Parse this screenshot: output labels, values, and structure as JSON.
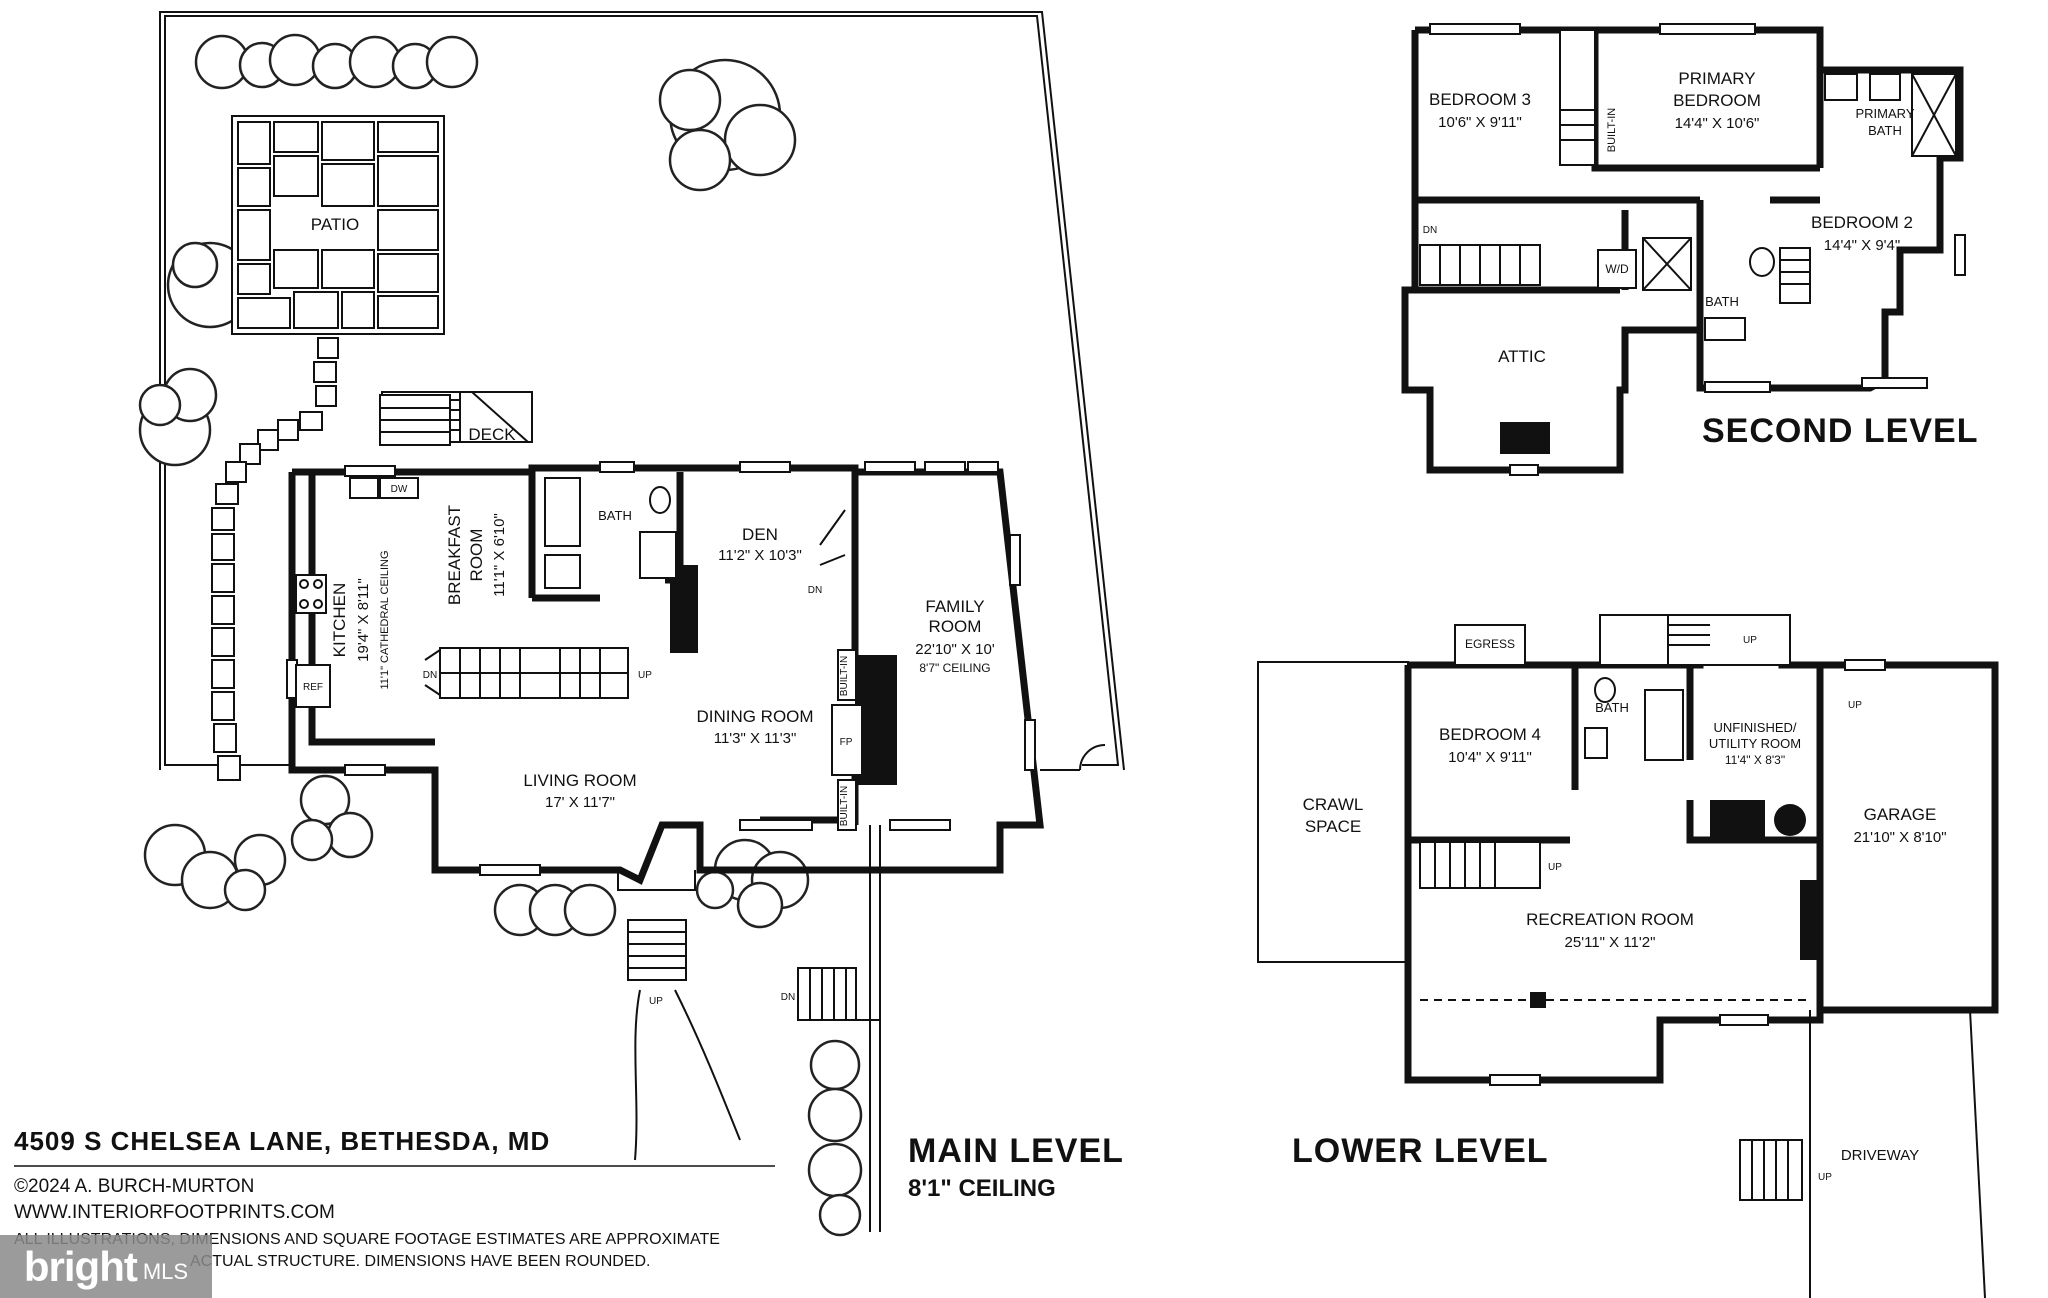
{
  "levels": {
    "main": {
      "title": "MAIN LEVEL",
      "ceiling": "8'1\" CEILING",
      "rooms": {
        "patio": "PATIO",
        "deck": "DECK",
        "kitchen_name": "KITCHEN",
        "kitchen_dim": "19'4\" X 8'11\"",
        "kitchen_note": "11'1\" CATHEDRAL CEILING",
        "breakfast_name1": "BREAKFAST",
        "breakfast_name2": "ROOM",
        "breakfast_dim": "11'1\" X 6'10\"",
        "bath": "BATH",
        "den_name": "DEN",
        "den_dim": "11'2\" X 10'3\"",
        "family_name1": "FAMILY",
        "family_name2": "ROOM",
        "family_dim": "22'10\" X 10'",
        "family_note": "8'7\" CEILING",
        "dining_name": "DINING ROOM",
        "dining_dim": "11'3\" X 11'3\"",
        "living_name": "LIVING ROOM",
        "living_dim": "17' X 11'7\"",
        "fp": "FP",
        "builtin": "BUILT-IN",
        "dw": "DW",
        "ref": "REF",
        "dn": "DN",
        "up": "UP"
      }
    },
    "second": {
      "title": "SECOND LEVEL",
      "rooms": {
        "bedroom3_name": "BEDROOM 3",
        "bedroom3_dim": "10'6\" X 9'11\"",
        "primary_name1": "PRIMARY",
        "primary_name2": "BEDROOM",
        "primary_dim": "14'4\" X 10'6\"",
        "primary_bath1": "PRIMARY",
        "primary_bath2": "BATH",
        "builtin": "BUILT-IN",
        "bedroom2_name": "BEDROOM 2",
        "bedroom2_dim": "14'4\" X 9'4\"",
        "wd": "W/D",
        "bath": "BATH",
        "attic": "ATTIC",
        "dn": "DN"
      }
    },
    "lower": {
      "title": "LOWER LEVEL",
      "rooms": {
        "egress": "EGRESS",
        "crawl1": "CRAWL",
        "crawl2": "SPACE",
        "bedroom4_name": "BEDROOM 4",
        "bedroom4_dim": "10'4\" X 9'11\"",
        "bath": "BATH",
        "utility_name1": "UNFINISHED/",
        "utility_name2": "UTILITY ROOM",
        "utility_dim": "11'4\" X 8'3\"",
        "garage_name": "GARAGE",
        "garage_dim": "21'10\" X 8'10\"",
        "recreation_name": "RECREATION ROOM",
        "recreation_dim": "25'11\" X 11'2\"",
        "driveway": "DRIVEWAY",
        "up": "UP"
      }
    }
  },
  "footer": {
    "address": "4509 S CHELSEA LANE, BETHESDA, MD",
    "copyright": "©2024 A. BURCH-MURTON",
    "website": "WWW.INTERIORFOOTPRINTS.COM",
    "disclaimer1": "ALL ILLUSTRATIONS, DIMENSIONS AND SQUARE FOOTAGE ESTIMATES ARE APPROXIMATE",
    "disclaimer2": "ACTUAL STRUCTURE. DIMENSIONS HAVE BEEN ROUNDED."
  },
  "watermark": {
    "brand": "bright",
    "suffix": "MLS"
  }
}
